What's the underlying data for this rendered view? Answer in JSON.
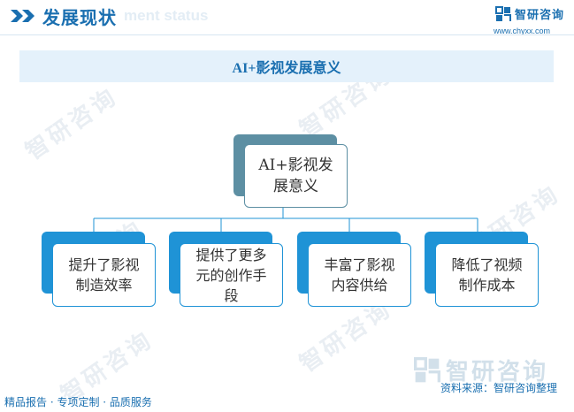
{
  "header": {
    "title": "发展现状",
    "subtitle_watermark": "ment status",
    "logo_name": "智研咨询",
    "logo_url": "www.chyxx.com"
  },
  "banner": {
    "title": "AI+影视发展意义"
  },
  "diagram": {
    "root": "AI+影视发展意义",
    "children": [
      {
        "label": "提升了影视制造效率"
      },
      {
        "label": "提供了更多元的创作手段"
      },
      {
        "label": "丰富了影视内容供给"
      },
      {
        "label": "降低了视频制作成本"
      }
    ]
  },
  "watermark": {
    "text": "智研咨询"
  },
  "footer": {
    "left": "精品报告 · 专项定制 · 品质服务",
    "source": "资料来源：智研咨询整理",
    "big_logo": "智研咨询"
  },
  "colors": {
    "brand": "#1a6fb0",
    "root_accent": "#5d8fa3",
    "child_accent": "#1f93d6",
    "banner_bg": "#e4f1fb"
  }
}
